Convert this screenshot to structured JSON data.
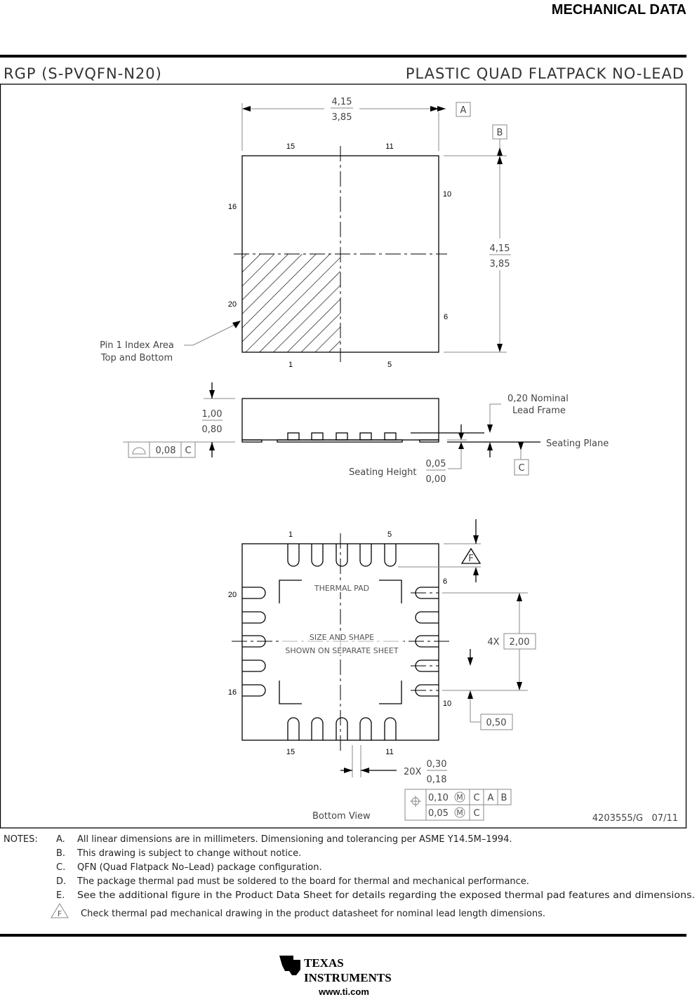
{
  "header": {
    "title": "MECHANICAL DATA"
  },
  "drawing": {
    "package_code": "RGP (S-PVQFN-N20)",
    "package_name": "PLASTIC QUAD FLATPACK NO-LEAD",
    "top_view": {
      "width_max": "4,15",
      "width_min": "3,85",
      "datum_a": "A",
      "height_max": "4,15",
      "height_min": "3,85",
      "datum_b": "B",
      "pins": {
        "p15": "15",
        "p11": "11",
        "p16": "16",
        "p10": "10",
        "p20": "20",
        "p6": "6",
        "p1": "1",
        "p5": "5"
      },
      "index_label_1": "Pin 1 Index Area",
      "index_label_2": "Top and Bottom"
    },
    "side_view": {
      "height_max": "1,00",
      "height_min": "0,80",
      "flatness_value": "0,08",
      "flatness_datum": "C",
      "lead_frame_1": "0,20 Nominal",
      "lead_frame_2": "Lead Frame",
      "seating_plane": "Seating Plane",
      "seating_height": "Seating Height",
      "sh_max": "0,05",
      "sh_min": "0,00",
      "datum_c": "C"
    },
    "bottom_view": {
      "pins": {
        "p1": "1",
        "p5": "5",
        "p6": "6",
        "p20": "20",
        "p16": "16",
        "p10": "10",
        "p15": "15",
        "p11": "11"
      },
      "thermal_pad": "THERMAL PAD",
      "size_shape": "SIZE AND SHAPE",
      "separate_sheet": "SHOWN ON SEPARATE SHEET",
      "note_f": "F",
      "pitch_count": "4X",
      "pitch_value": "2,00",
      "lead_pitch": "0,50",
      "width_count": "20X",
      "width_max": "0,30",
      "width_min": "0,18",
      "fcf": {
        "row1": {
          "tol": "0,10",
          "mod": "M",
          "d1": "C",
          "d2": "A",
          "d3": "B"
        },
        "row2": {
          "tol": "0,05",
          "mod": "M",
          "d1": "C"
        }
      },
      "label": "Bottom View"
    },
    "doc_number": "4203555/G   07/11"
  },
  "notes": {
    "heading": "NOTES:",
    "items": [
      {
        "letter": "A.",
        "text": "All linear dimensions are in millimeters. Dimensioning and tolerancing per ASME Y14.5M–1994."
      },
      {
        "letter": "B.",
        "text": "This drawing is subject to change without notice."
      },
      {
        "letter": "C.",
        "text": "QFN (Quad Flatpack No–Lead) package configuration."
      },
      {
        "letter": "D.",
        "text": "The package thermal pad must be soldered to the board for thermal and mechanical performance."
      },
      {
        "letter": "E.",
        "text": "See the additional figure in the Product Data Sheet for details regarding the exposed thermal pad features and dimensions."
      },
      {
        "letter": "F",
        "text": "Check thermal pad mechanical drawing in the product datasheet for nominal lead length dimensions."
      }
    ]
  },
  "footer": {
    "brand_1": "TEXAS",
    "brand_2": "INSTRUMENTS",
    "url": "www.ti.com"
  }
}
